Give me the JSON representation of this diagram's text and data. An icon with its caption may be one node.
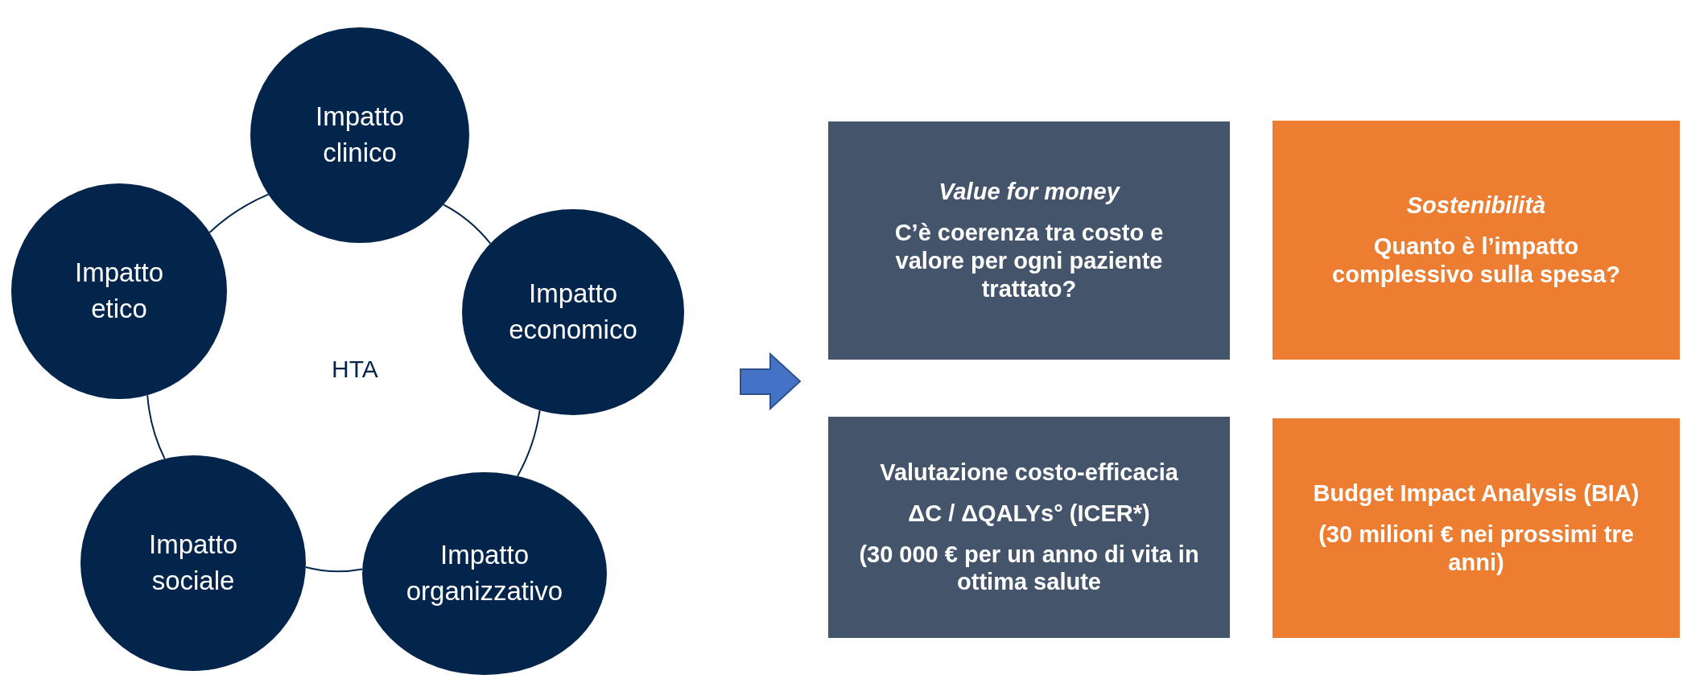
{
  "diagram": {
    "nodes": [
      {
        "text": [
          "Impatto clinico"
        ]
      },
      {
        "text": [
          "Impatto etico"
        ]
      },
      {
        "text": [
          "Impatto economico"
        ]
      },
      {
        "text": [
          "Impatto sociale"
        ]
      },
      {
        "text": [
          "Impatto organizzativo"
        ]
      },
      {
        "text": [
          "Value for money",
          "C’è coerenza tra costo e valore per ogni paziente trattato?"
        ]
      },
      {
        "text": [
          "Sostenibilità",
          "Quanto è l’impatto complessivo sulla spesa?"
        ]
      },
      {
        "text": [
          "Valutazione costo-efficacia",
          "ΔC / ΔQALYs° (ICER*)",
          "(30 000 € per un anno di vita in ottima salute"
        ]
      },
      {
        "text": [
          "Budget Impact Analysis (BIA)",
          "(30 milioni € nei prossimi tre anni)"
        ]
      }
    ],
    "edges": [
      {
        "from": 1,
        "to": 0,
        "arrow": "none"
      },
      {
        "from": 0,
        "to": 2,
        "arrow": "none"
      },
      {
        "from": 2,
        "to": 4,
        "arrow": "none"
      },
      {
        "from": 4,
        "to": 3,
        "arrow": "none"
      },
      {
        "from": 3,
        "to": 1,
        "arrow": "none"
      }
    ],
    "labels": [
      "HTA"
    ]
  }
}
